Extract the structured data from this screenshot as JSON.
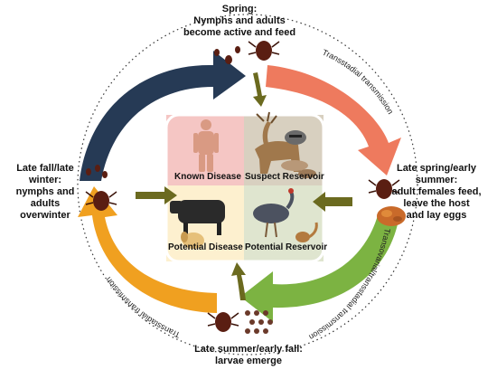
{
  "labels": {
    "spring_title": "Spring:",
    "spring_body_1": "Nymphs and adults",
    "spring_body_2": "become active and feed",
    "late_spring_1": "Late spring/early summer:",
    "late_spring_2": "adult females feed,",
    "late_spring_3": "leave the host",
    "late_spring_4": "and lay eggs",
    "late_summer_1": "Late summer/early fall:",
    "late_summer_2": "larvae emerge",
    "late_fall_1": "Late fall/late winter:",
    "late_fall_2": "nymphs and adults",
    "late_fall_3": "overwinter"
  },
  "transmission": {
    "top_right": "Transstadial transmission",
    "right_bottom": "Transovarial/transstadial transmission",
    "left_bottom": "Transstadial transmission"
  },
  "quadrants": {
    "known_disease": "Known Disease",
    "suspect_reservoir": "Suspect Reservoir",
    "potential_disease": "Potential Disease",
    "potential_reservoir": "Potential Reservoir"
  },
  "colors": {
    "arrow_top_left": "#263a55",
    "arrow_top_right": "#ee7a5e",
    "arrow_bottom_right": "#7cb342",
    "arrow_bottom_left": "#f0a020",
    "small_arrow": "#6b6a1f",
    "quad_known": "#f5c6c4",
    "quad_suspect": "#d8d0c0",
    "quad_potential_disease": "#fdf0cf",
    "quad_potential_reservoir": "#dfe5cf"
  }
}
